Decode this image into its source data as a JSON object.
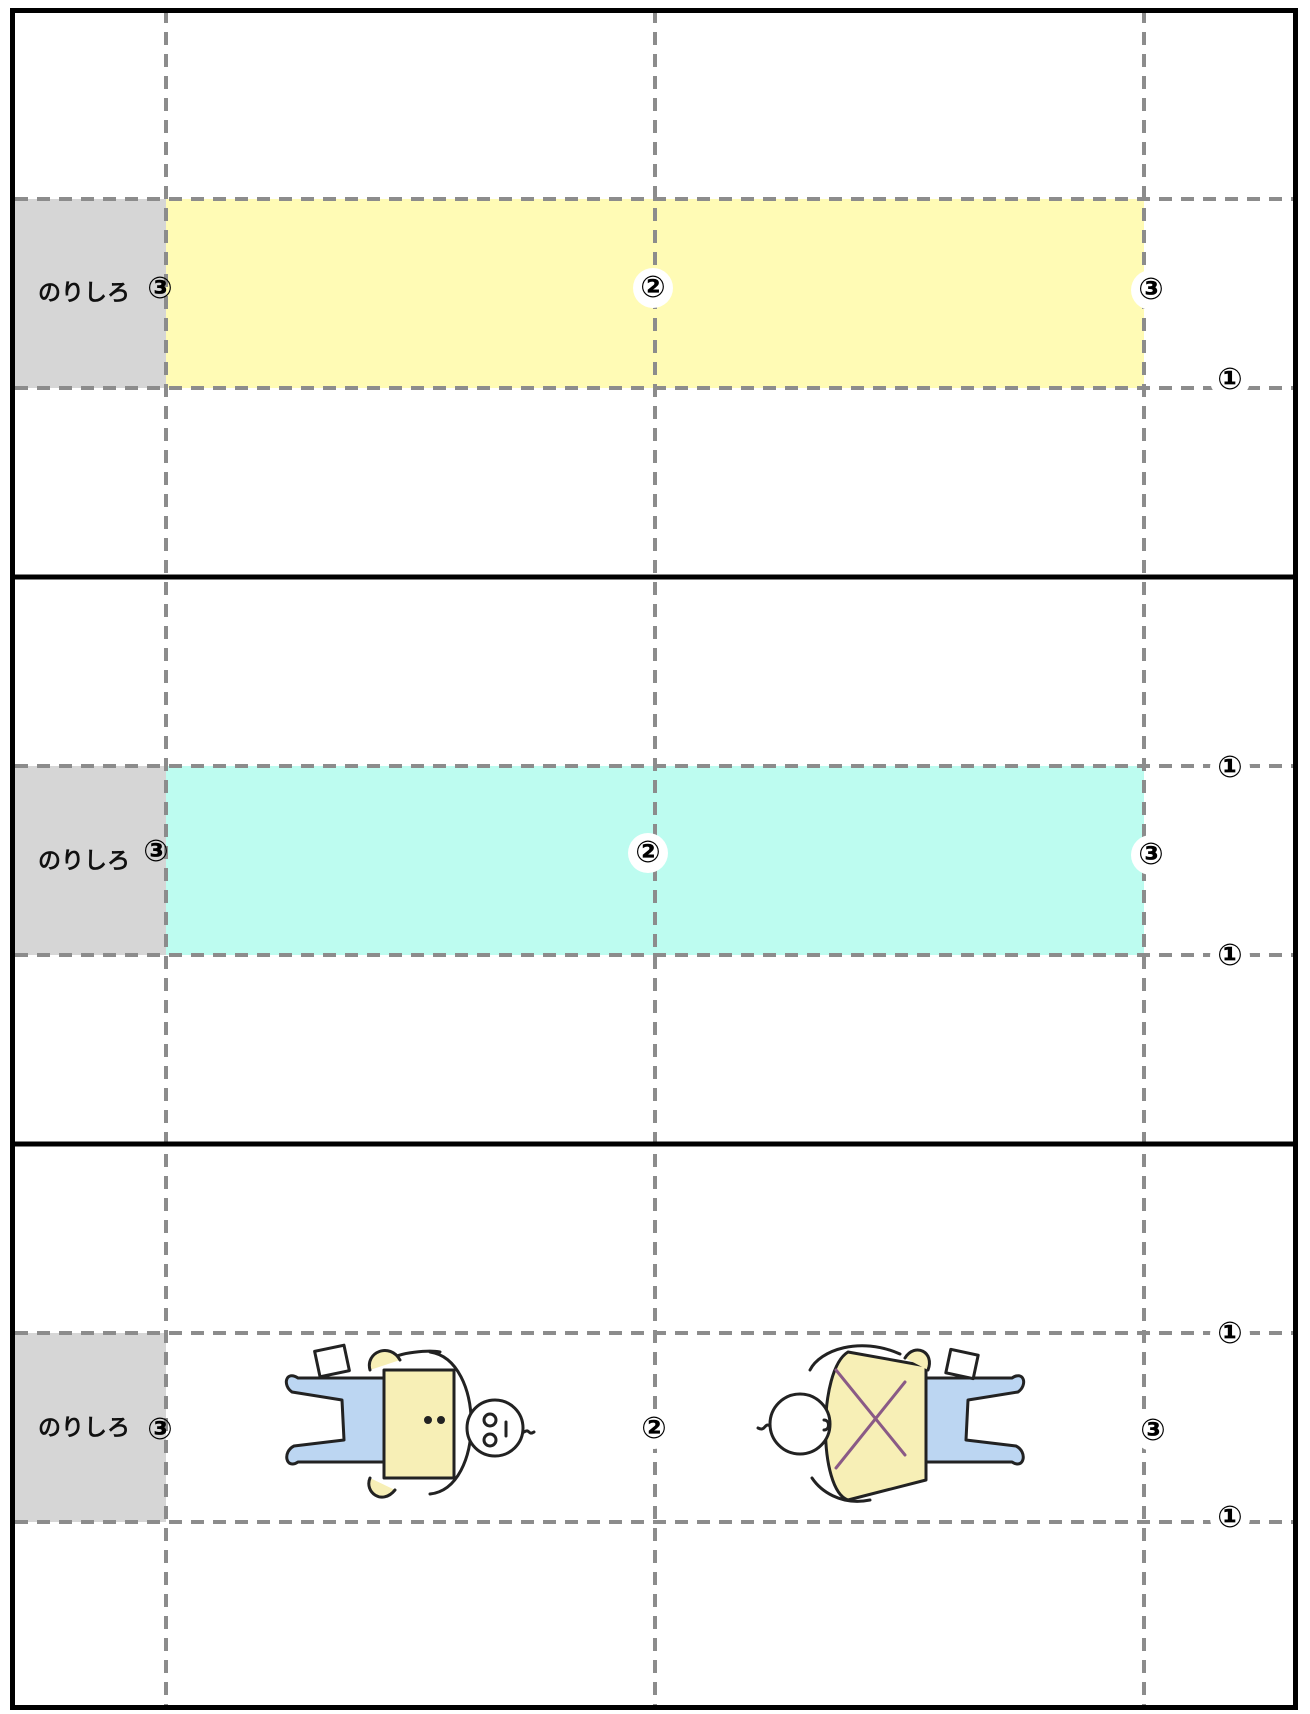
{
  "glue_label": "のりしろ",
  "marks": {
    "fold1": "①",
    "fold2": "②",
    "fold3": "③"
  },
  "colors": {
    "glue_tab": "#d6d6d6",
    "band_yellow": "#fffbb5",
    "band_cyan": "#bdfcf0",
    "dash_line": "#8c8c8c",
    "border": "#000000"
  },
  "strips": [
    {
      "name": "strip-yellow",
      "band_color": "band_yellow",
      "has_illustrations": false
    },
    {
      "name": "strip-cyan",
      "band_color": "band_cyan",
      "has_illustrations": false
    },
    {
      "name": "strip-illustrated",
      "band_color": "none",
      "has_illustrations": true,
      "illustrations": [
        "person-illustration-left",
        "person-illustration-right"
      ]
    }
  ]
}
